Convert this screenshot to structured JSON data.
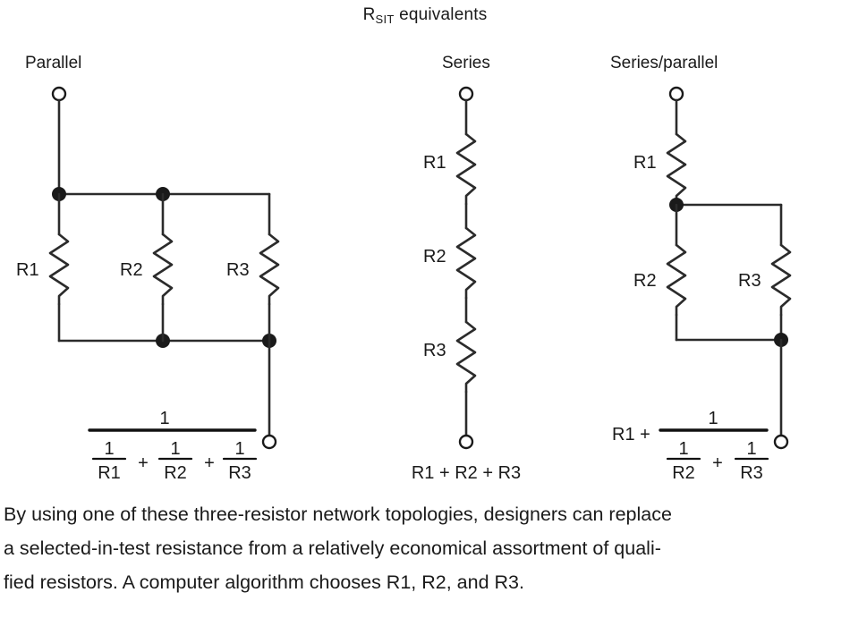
{
  "figure": {
    "title_main": "R",
    "title_sub": "SIT",
    "title_tail": " equivalents",
    "background_color": "#ffffff",
    "line_color": "#2b2b2b",
    "text_color": "#1a1a1a"
  },
  "columns": {
    "parallel": {
      "heading": "Parallel",
      "resistors": [
        "R1",
        "R2",
        "R3"
      ],
      "formula": {
        "numerator": "1",
        "denominator_terms": [
          {
            "num": "1",
            "den": "R1"
          },
          {
            "num": "1",
            "den": "R2"
          },
          {
            "num": "1",
            "den": "R3"
          }
        ],
        "operator": "+"
      }
    },
    "series": {
      "heading": "Series",
      "resistors": [
        "R1",
        "R2",
        "R3"
      ],
      "formula": {
        "expression": "R1 + R2 + R3"
      }
    },
    "series_parallel": {
      "heading": "Series/parallel",
      "resistors": [
        "R1",
        "R2",
        "R3"
      ],
      "formula": {
        "prefix": "R1 +",
        "numerator": "1",
        "denominator_terms": [
          {
            "num": "1",
            "den": "R2"
          },
          {
            "num": "1",
            "den": "R3"
          }
        ],
        "operator": "+"
      }
    }
  },
  "caption": {
    "line1": "By using one of these three-resistor network topologies, designers can replace",
    "line2": "a selected-in-test resistance from a relatively economical assortment of quali-",
    "line3": "fied resistors. A computer algorithm chooses R1, R2, and R3."
  }
}
